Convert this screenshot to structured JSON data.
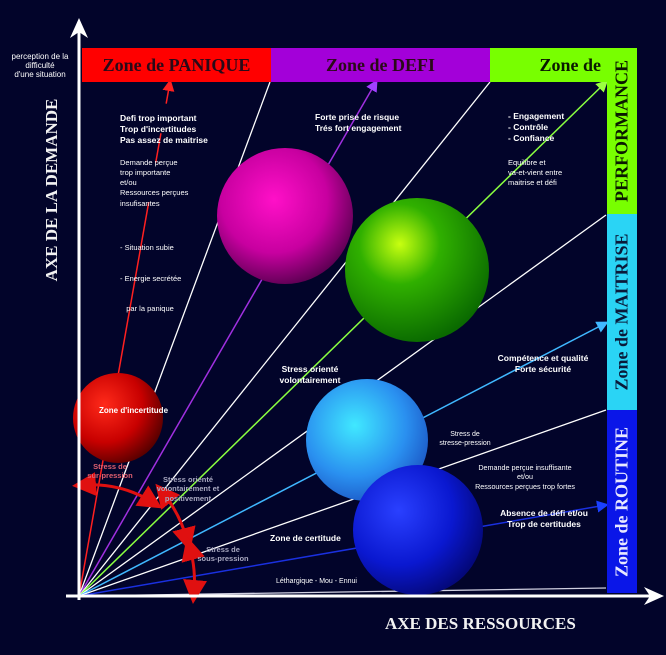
{
  "axes": {
    "y_title": "AXE DE LA DEMANDE",
    "y_subtitle": [
      "perception de la",
      "difficulté",
      "d'une situation"
    ],
    "x_title": "AXE DES RESSOURCES"
  },
  "zones": {
    "panique": {
      "label": "Zone de PANIQUE",
      "color": "#ff0000"
    },
    "defi": {
      "label": "Zone de DEFI",
      "color": "#a300d9"
    },
    "performance_top": {
      "label": "Zone de",
      "color": "#78ff00"
    },
    "performance_side": {
      "label": "PERFORMANCE",
      "color": "#78ff00"
    },
    "maitrise": {
      "label": "Zone de MAITRISE",
      "color": "#2ad4f5"
    },
    "routine": {
      "label": "Zone de ROUTINE",
      "color": "#0a16e8"
    }
  },
  "spheres": {
    "incertitude": {
      "label": "Zone d'incertitude",
      "color": "#e00000"
    },
    "defi": {
      "color": "#ff00b4"
    },
    "performance": {
      "color": "#a8ff00"
    },
    "maitrise": {
      "color": "#33ccff"
    },
    "routine": {
      "color": "#1020f0"
    }
  },
  "annotations": {
    "panique_main": [
      "Defi trop important",
      "Trop d'incertitudes",
      "Pas assez de maitrise"
    ],
    "panique_detail": [
      "Demande perçue",
      "trop importante",
      "et/ou",
      "Ressources perçues",
      "insufisantes"
    ],
    "panique_effects": [
      "- Situation subie",
      "- Energie secrétée",
      "   par la panique"
    ],
    "defi_main": [
      "Forte prise de risque",
      "Trés fort engagement"
    ],
    "performance_main": [
      "- Engagement",
      "- Contrôle",
      "- Confiance"
    ],
    "performance_detail": [
      "Equilibre et",
      "va-et-vient entre",
      "maitrise et défi"
    ],
    "stress_oriente": [
      "Stress orienté",
      "volontairement"
    ],
    "maitrise_main": [
      "Compétence et qualité",
      "Forte sécurité"
    ],
    "stresse_pression": [
      "Stress de",
      "stresse-pression"
    ],
    "routine_detail": [
      "Demande perçue insuffisante",
      "et/ou",
      "Ressources perçues trop fortes"
    ],
    "routine_main": [
      "Absence de défi et/ou",
      "Trop de certitudes"
    ],
    "certitude": "Zone de certitude",
    "lethargie": "Léthargique - Mou - Ennui",
    "sur_pression": [
      "Stress de",
      "sur-pression"
    ],
    "oriente_positif": [
      "Stress orienté",
      "volontairement et",
      "positivement"
    ],
    "sous_pression": [
      "Stress de",
      "sous-pression"
    ]
  }
}
